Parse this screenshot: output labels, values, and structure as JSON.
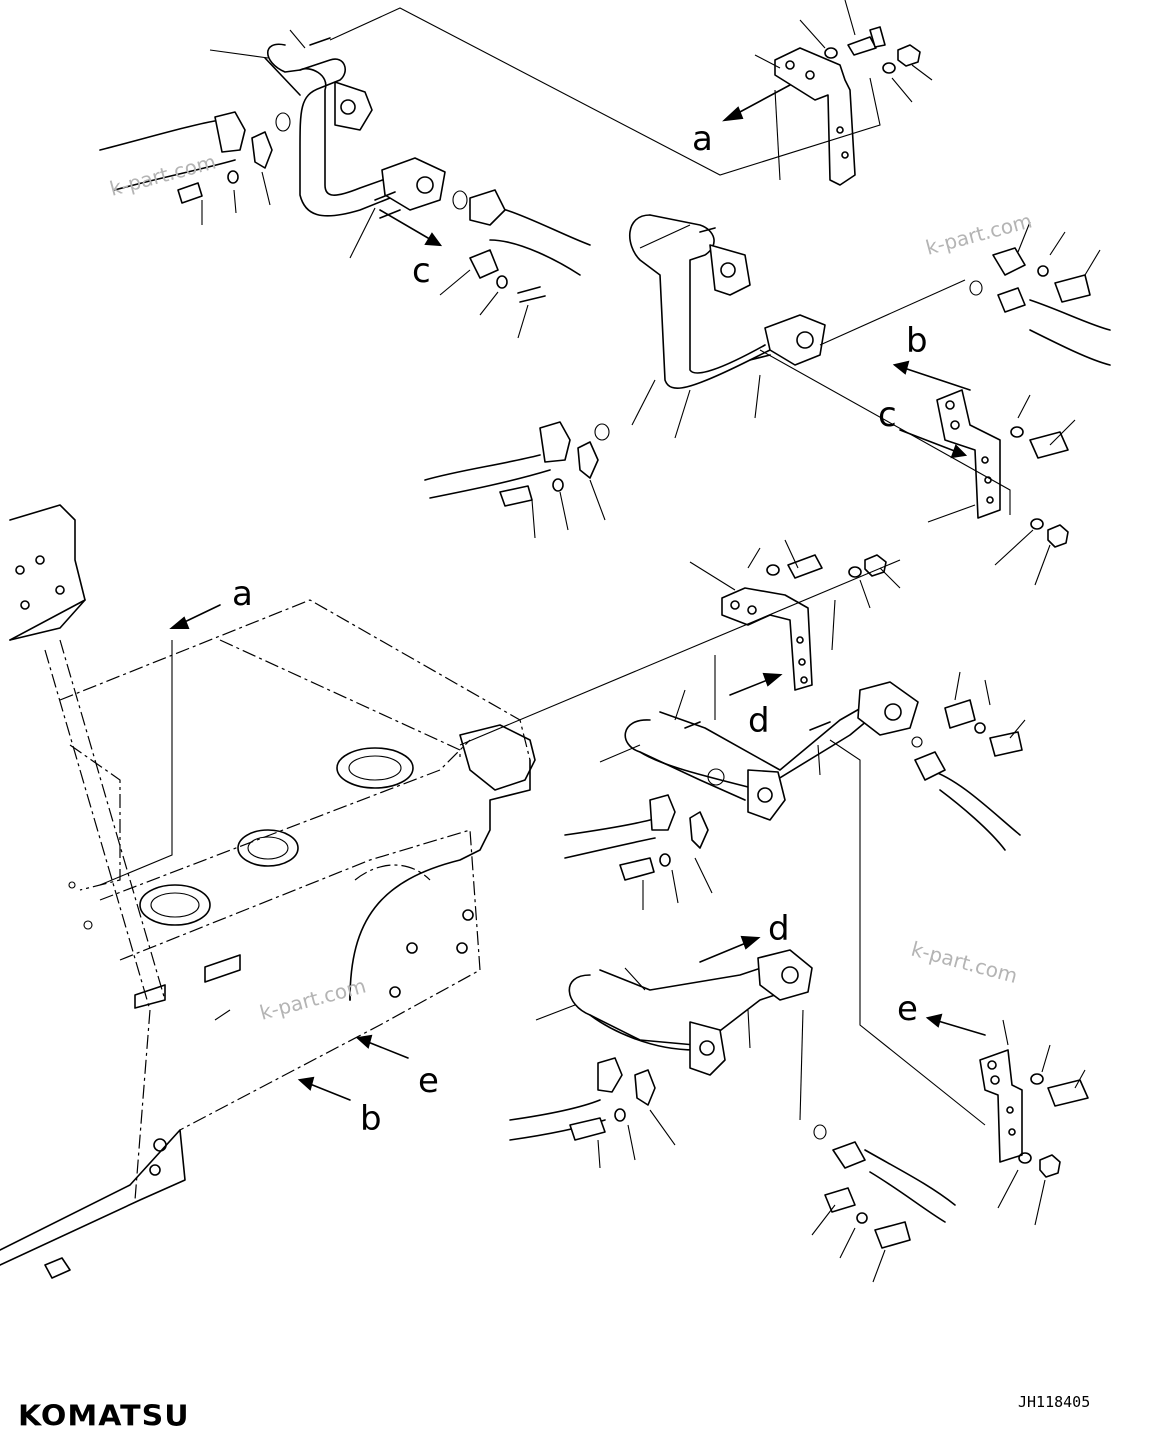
{
  "brand": "KOMATSU",
  "drawing_code": "JH118405",
  "watermark": "k-part.com",
  "view_refs": [
    {
      "id": "a-upper",
      "label": "a"
    },
    {
      "id": "c-upper",
      "label": "c"
    },
    {
      "id": "b-right",
      "label": "b"
    },
    {
      "id": "c-right",
      "label": "c"
    },
    {
      "id": "a-frame",
      "label": "a"
    },
    {
      "id": "d-mid",
      "label": "d"
    },
    {
      "id": "d-lower",
      "label": "d"
    },
    {
      "id": "e-right",
      "label": "e"
    },
    {
      "id": "e-frame",
      "label": "e"
    },
    {
      "id": "b-frame",
      "label": "b"
    }
  ]
}
